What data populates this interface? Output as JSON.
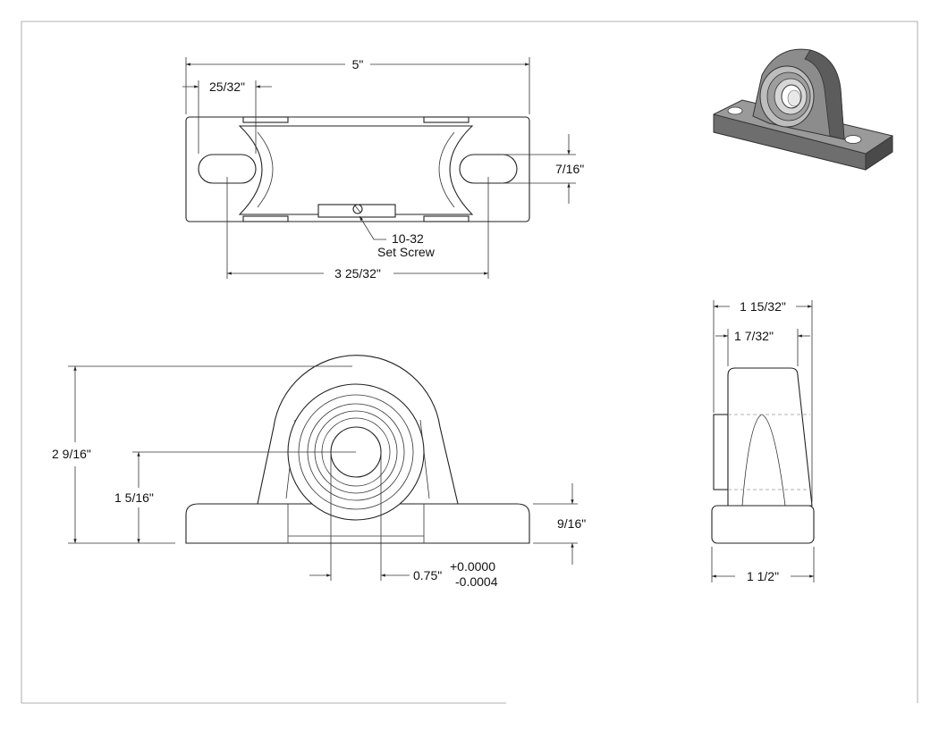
{
  "drawing": {
    "top_view": {
      "overall_width": "5\"",
      "slot_offset": "25/32\"",
      "slot_width": "7/16\"",
      "bolt_center": "3 25/32\"",
      "set_screw_line1": "10-32",
      "set_screw_line2": "Set Screw"
    },
    "front_view": {
      "overall_height": "2 9/16\"",
      "center_height": "1 5/16\"",
      "base_thickness": "9/16\"",
      "bore": "0.75\"",
      "tol_plus": "+0.0000",
      "tol_minus": "-0.0004"
    },
    "side_view": {
      "insert_width": "1 15/32\"",
      "housing_width": "1 7/32\"",
      "base_width": "1 1/2\""
    }
  },
  "colors": {
    "line": "#222222",
    "iso_body": "#8c8c8c",
    "iso_dark": "#4a4a4a"
  }
}
